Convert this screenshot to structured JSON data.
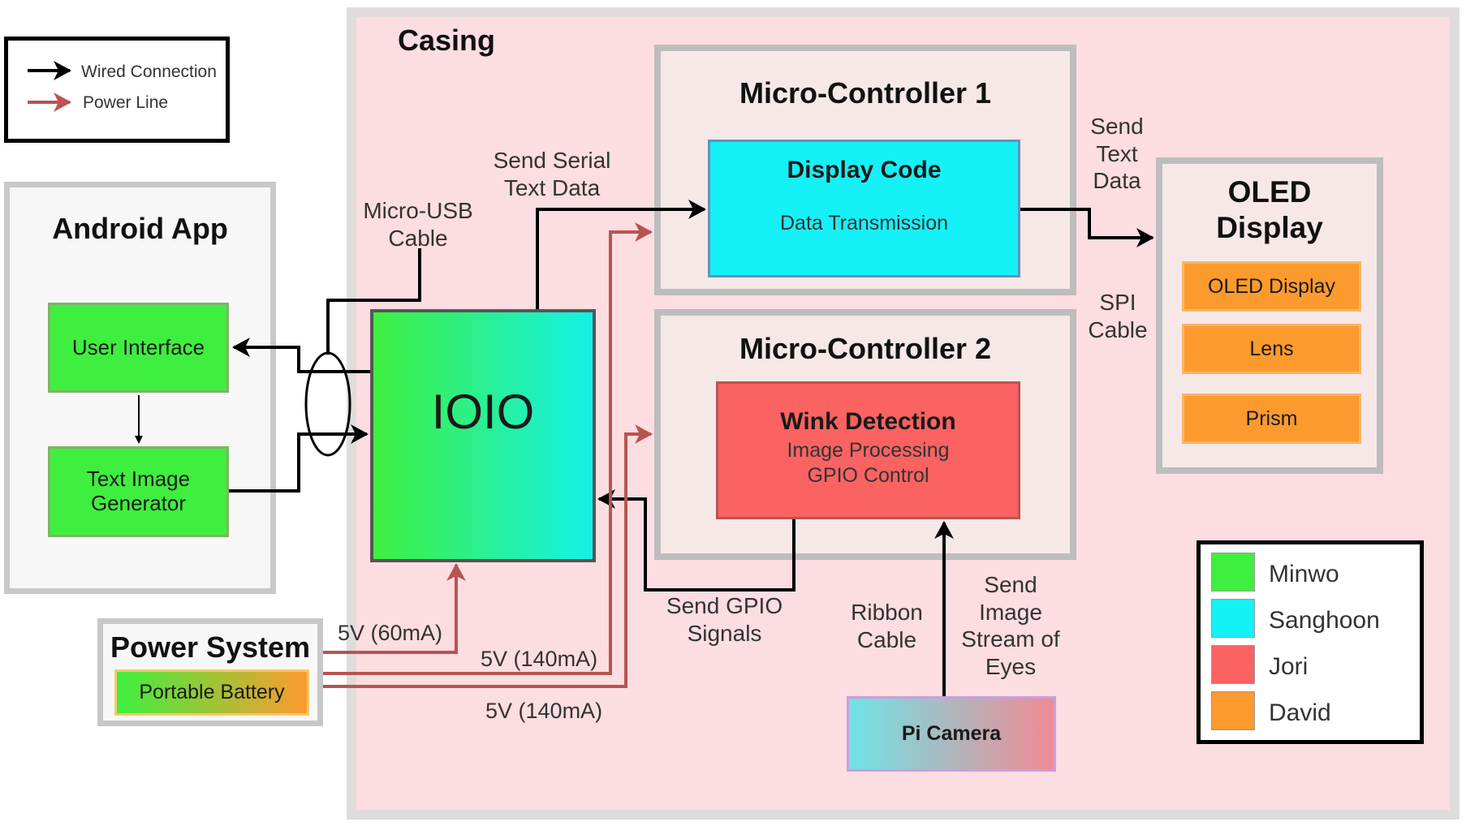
{
  "colors": {
    "casing_fill": "#fcdde1",
    "gray_border": "#bdbdbd",
    "module_fill": "#f7e8e8",
    "minwo": "#3fef3f",
    "sanghoon": "#14f1f7",
    "jori": "#fb6262",
    "david": "#fd9a2e",
    "wired": "#000000",
    "power": "#b85450"
  },
  "legend_lines": {
    "wired": "Wired Connection",
    "power": "Power Line"
  },
  "casing": {
    "title": "Casing"
  },
  "android_app": {
    "title": "Android App",
    "user_interface": "User Interface",
    "text_image_generator": "Text Image Generator"
  },
  "ioio": {
    "label": "IOIO"
  },
  "mc1": {
    "title": "Micro-Controller 1",
    "block_title": "Display Code",
    "block_sub": "Data Transmission"
  },
  "mc2": {
    "title": "Micro-Controller 2",
    "block_title": "Wink Detection",
    "block_sub1": "Image Processing",
    "block_sub2": "GPIO Control"
  },
  "oled": {
    "title": "OLED Display",
    "items": [
      "OLED Display",
      "Lens",
      "Prism"
    ]
  },
  "power_system": {
    "title": "Power System",
    "battery": "Portable Battery"
  },
  "pi_camera": {
    "label": "Pi Camera"
  },
  "connection_labels": {
    "micro_usb": "Micro-USB Cable",
    "send_serial": "Send Serial Text Data",
    "send_text": "Send Text Data",
    "spi_cable": "SPI Cable",
    "send_gpio": "Send GPIO Signals",
    "ribbon_cable": "Ribbon Cable",
    "send_image": "Send Image Stream of Eyes",
    "power_60": "5V (60mA)",
    "power_140a": "5V (140mA)",
    "power_140b": "5V (140mA)"
  },
  "team_legend": [
    {
      "name": "Minwo",
      "color": "#3fef3f"
    },
    {
      "name": "Sanghoon",
      "color": "#14f1f7"
    },
    {
      "name": "Jori",
      "color": "#fb6262"
    },
    {
      "name": "David",
      "color": "#fd9a2e"
    }
  ]
}
